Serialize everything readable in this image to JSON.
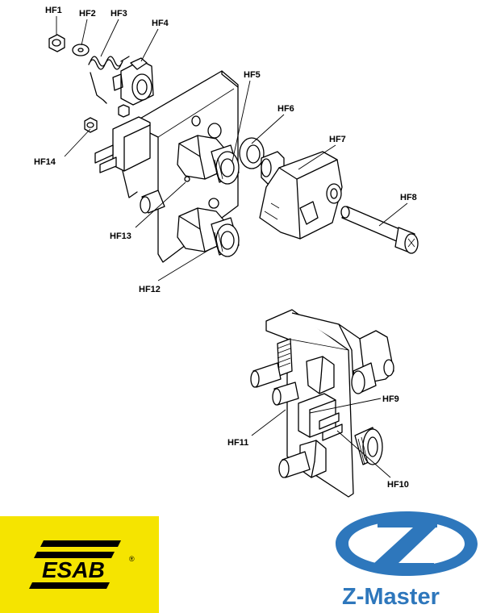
{
  "callouts": [
    {
      "id": "hf1",
      "text": "HF1"
    },
    {
      "id": "hf2",
      "text": "HF2"
    },
    {
      "id": "hf3",
      "text": "HF3"
    },
    {
      "id": "hf4",
      "text": "HF4"
    },
    {
      "id": "hf5",
      "text": "HF5"
    },
    {
      "id": "hf6",
      "text": "HF6"
    },
    {
      "id": "hf7",
      "text": "HF7"
    },
    {
      "id": "hf8",
      "text": "HF8"
    },
    {
      "id": "hf9",
      "text": "HF9"
    },
    {
      "id": "hf10",
      "text": "HF10"
    },
    {
      "id": "hf11",
      "text": "HF11"
    },
    {
      "id": "hf12",
      "text": "HF12"
    },
    {
      "id": "hf13",
      "text": "HF13"
    },
    {
      "id": "hf14",
      "text": "HF14"
    }
  ],
  "logos": {
    "esab": {
      "wordmark": "ESAB",
      "registered": "®",
      "bg_color": "#f5e400",
      "ink_color": "#000000"
    },
    "zmaster": {
      "wordmark": "Z-Master",
      "color": "#2e77bc"
    }
  }
}
